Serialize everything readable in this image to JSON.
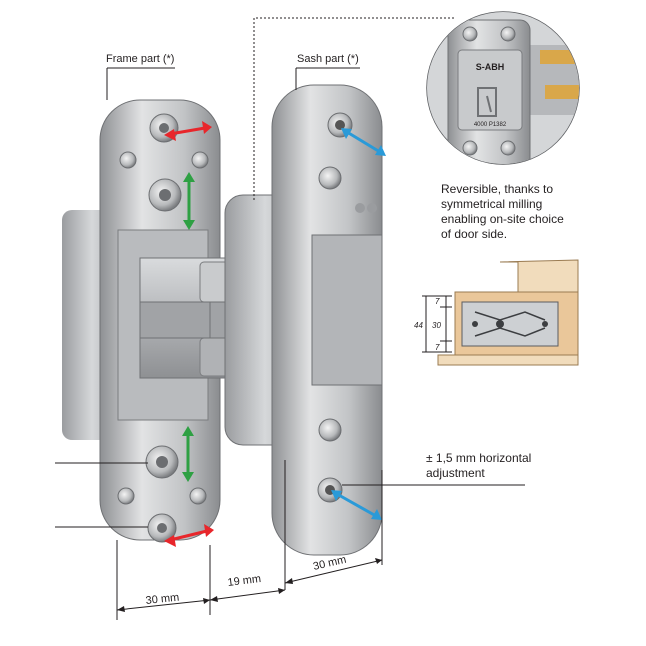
{
  "labels": {
    "frame_part": "Frame part (*)",
    "sash_part": "Sash part (*)",
    "reversible_line1": "Reversible, thanks to",
    "reversible_line2": "symmetrical milling",
    "reversible_line3": "enabling on-site choice",
    "reversible_line4": "of door side.",
    "horizontal_line1": "± 1,5 mm horizontal",
    "horizontal_line2": "adjustment",
    "dim_frame": "30 mm",
    "dim_gap": "19 mm",
    "dim_sash": "30 mm",
    "inset_brand": "S-ABH",
    "inset_code": "4000 P1382",
    "sect_7_top": "7",
    "sect_30": "30",
    "sect_7_bottom": "7",
    "sect_44": "44"
  },
  "colors": {
    "arrow_red": "#e8262b",
    "arrow_green": "#2ea043",
    "arrow_blue": "#2a9ad8",
    "wood": "#eac79a",
    "metal": "#c4c6c8"
  },
  "icons": [
    "red-horizontal-arrow",
    "green-vertical-arrow",
    "blue-diagonal-arrow"
  ]
}
